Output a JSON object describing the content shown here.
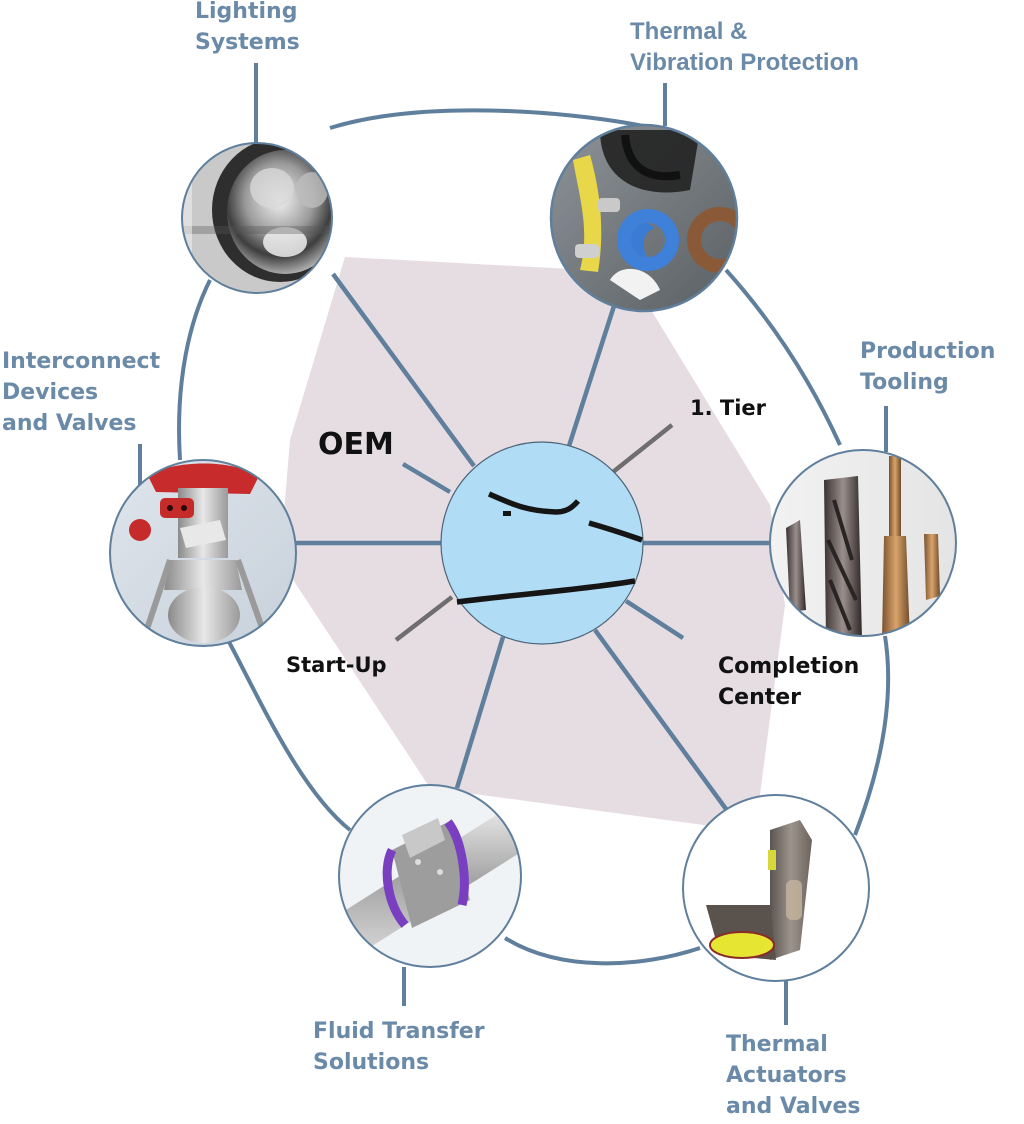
{
  "colors": {
    "accent_blue": "#6a8aa8",
    "line_blue": "#5f7f9c",
    "connector_gray": "#6e6e6e",
    "hexagon_fill": "#e6dde3",
    "center_fill": "#b0dcf5",
    "tier_text": "#111111"
  },
  "center": {
    "icon": "aircraft-silhouette-icon"
  },
  "tiers": [
    {
      "id": "oem",
      "lines": [
        "OEM"
      ]
    },
    {
      "id": "tier1",
      "lines": [
        "1. Tier"
      ]
    },
    {
      "id": "startup",
      "lines": [
        "Start-Up"
      ]
    },
    {
      "id": "completion",
      "lines": [
        "Completion",
        "Center"
      ]
    }
  ],
  "categories": [
    {
      "id": "lighting",
      "lines": [
        "Lighting",
        "Systems"
      ],
      "icon": "aircraft-light-photo"
    },
    {
      "id": "thermal-vibration",
      "lines": [
        "Thermal &",
        "Vibration Protection"
      ],
      "icon": "cushioned-clamps-photo"
    },
    {
      "id": "production-tooling",
      "lines": [
        "Production",
        "Tooling"
      ],
      "icon": "drill-bits-photo"
    },
    {
      "id": "thermal-actuators",
      "lines": [
        "Thermal",
        "Actuators",
        "and Valves"
      ],
      "icon": "actuator-photo"
    },
    {
      "id": "fluid-transfer",
      "lines": [
        "Fluid Transfer",
        "Solutions"
      ],
      "icon": "pipe-coupling-photo"
    },
    {
      "id": "interconnect",
      "lines": [
        "Interconnect",
        "Devices",
        "and Valves"
      ],
      "icon": "valve-coupling-photo"
    }
  ]
}
